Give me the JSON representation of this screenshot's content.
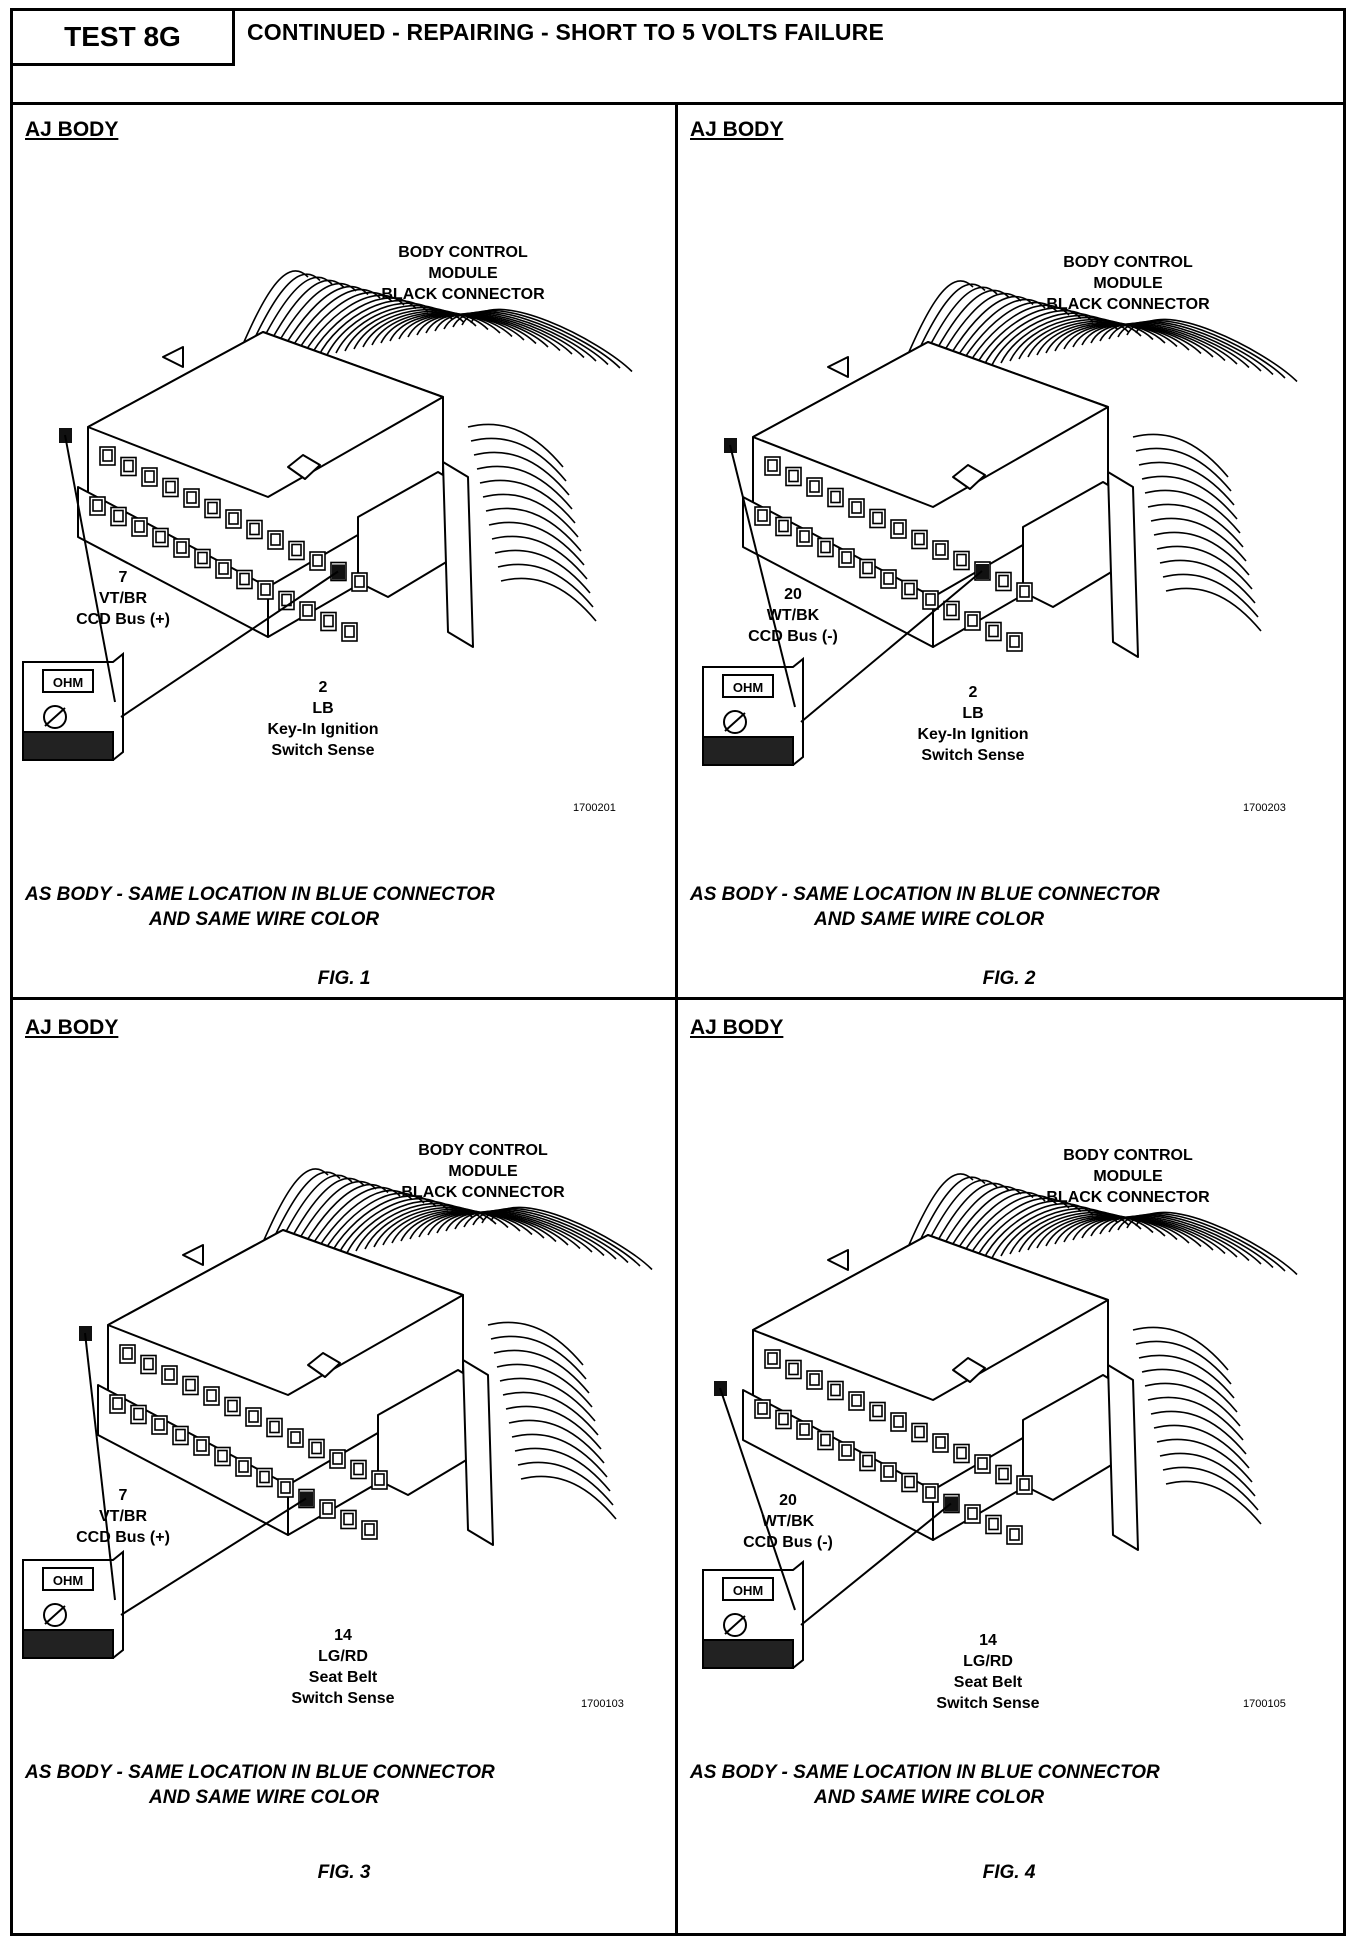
{
  "header": {
    "test_id": "TEST 8G",
    "title": "CONTINUED -  REPAIRING - SHORT TO 5 VOLTS FAILURE"
  },
  "panels": [
    {
      "body_label": "AJ BODY",
      "connector_label": [
        "BODY CONTROL",
        "MODULE",
        "BLACK CONNECTOR"
      ],
      "meter_text": "OHM",
      "wire_a": [
        "7",
        "VT/BR",
        "CCD Bus (+)"
      ],
      "wire_b": [
        "2",
        "LB",
        "Key-In Ignition",
        "Switch Sense"
      ],
      "part_number": "1700201",
      "note_line1": "AS BODY  -  SAME LOCATION IN BLUE CONNECTOR",
      "note_line2": "AND SAME WIRE COLOR",
      "fig": "FIG. 1"
    },
    {
      "body_label": "AJ BODY",
      "connector_label": [
        "BODY CONTROL",
        "MODULE",
        "BLACK CONNECTOR"
      ],
      "meter_text": "OHM",
      "wire_a": [
        "20",
        "WT/BK",
        "CCD Bus (-)"
      ],
      "wire_b": [
        "2",
        "LB",
        "Key-In Ignition",
        "Switch Sense"
      ],
      "part_number": "1700203",
      "note_line1": "AS BODY  -  SAME LOCATION IN BLUE CONNECTOR",
      "note_line2": "AND SAME WIRE COLOR",
      "fig": "FIG. 2"
    },
    {
      "body_label": "AJ BODY",
      "connector_label": [
        "BODY CONTROL",
        "MODULE",
        "BLACK CONNECTOR"
      ],
      "meter_text": "OHM",
      "wire_a": [
        "7",
        "VT/BR",
        "CCD Bus (+)"
      ],
      "wire_b": [
        "14",
        "LG/RD",
        "Seat Belt",
        "Switch Sense"
      ],
      "part_number": "1700103",
      "note_line1": "AS BODY  -  SAME LOCATION IN BLUE CONNECTOR",
      "note_line2": "AND SAME WIRE COLOR",
      "fig": "FIG. 3"
    },
    {
      "body_label": "AJ BODY",
      "connector_label": [
        "BODY CONTROL",
        "MODULE",
        "BLACK CONNECTOR"
      ],
      "meter_text": "OHM",
      "wire_a": [
        "20",
        "WT/BK",
        "CCD Bus (-)"
      ],
      "wire_b": [
        "14",
        "LG/RD",
        "Seat Belt",
        "Switch Sense"
      ],
      "part_number": "1700105",
      "note_line1": "AS BODY  -  SAME LOCATION IN BLUE CONNECTOR",
      "note_line2": "AND SAME WIRE COLOR",
      "fig": "FIG. 4"
    }
  ]
}
